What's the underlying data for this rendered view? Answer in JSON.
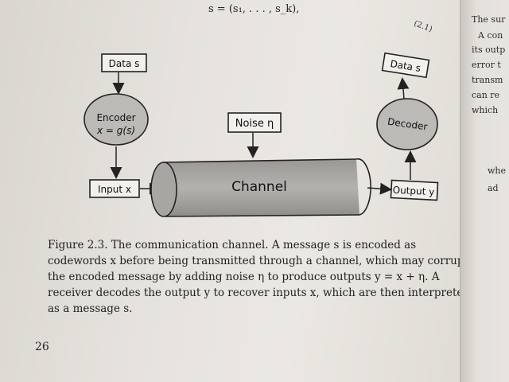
{
  "header": {
    "equation": "s  =  (s₁, . . . , s_k),",
    "equation_number": "(2.1)"
  },
  "diagram": {
    "data_in_label": "Data s",
    "encoder_title": "Encoder",
    "encoder_formula": "x = g(s)",
    "noise_label": "Noise η",
    "channel_label": "Channel",
    "input_label": "Input x",
    "output_label": "Output y",
    "decoder_label": "Decoder",
    "data_out_label": "Data s"
  },
  "caption": {
    "lines": [
      "Figure 2.3.   The communication channel.   A message s is encoded as",
      "codewords x before being transmitted through a channel, which may corrupt",
      "the encoded message by adding noise η to produce outputs y = x + η. A",
      "receiver decodes the output y to recover inputs x, which are then interpreted",
      "as a message s."
    ]
  },
  "page_number": "26",
  "facing_page": {
    "lines": [
      "The sur",
      "A con",
      "its outp",
      "error t",
      "transm",
      "can re",
      "which",
      "",
      "",
      "whe",
      "ad"
    ]
  }
}
